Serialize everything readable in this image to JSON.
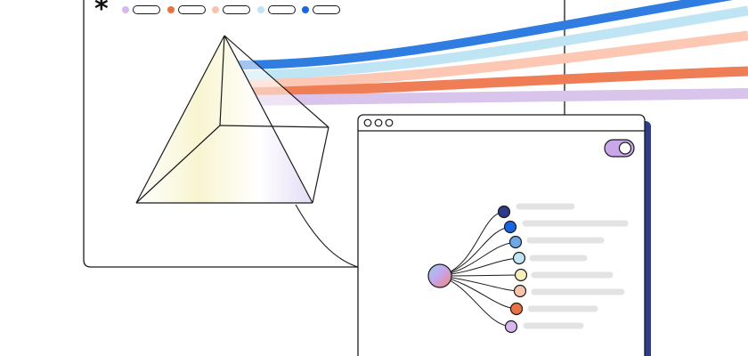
{
  "colors": {
    "ink": "#1a1a1a",
    "blue": "#2f7de1",
    "light_blue": "#bfe4f3",
    "peach": "#fcc8b4",
    "orange": "#ef7d55",
    "lavender": "#d9c4ec",
    "toggle": "#c9a7e8",
    "navy_shadow": "#2c3d8f",
    "placeholder_bar": "#e3e3e3"
  },
  "top_bar": {
    "mark_icon": "asterisk-icon",
    "chips": [
      {
        "dot": "#d6b8ee"
      },
      {
        "dot": "#ee6f3f"
      },
      {
        "dot": "#f9c2ad"
      },
      {
        "dot": "#bfe4f3"
      },
      {
        "dot": "#1665e8"
      }
    ]
  },
  "front_window": {
    "controls": [
      "circle",
      "circle",
      "circle"
    ],
    "toggle": "on",
    "hub": "gradient-node",
    "nodes": [
      {
        "color": "#2d3a87"
      },
      {
        "color": "#1665e8"
      },
      {
        "color": "#6aa8e8"
      },
      {
        "color": "#bfe4f3"
      },
      {
        "color": "#f6efb9"
      },
      {
        "color": "#f9c2ad"
      },
      {
        "color": "#ee6f3f"
      },
      {
        "color": "#d6b8ee"
      }
    ]
  }
}
